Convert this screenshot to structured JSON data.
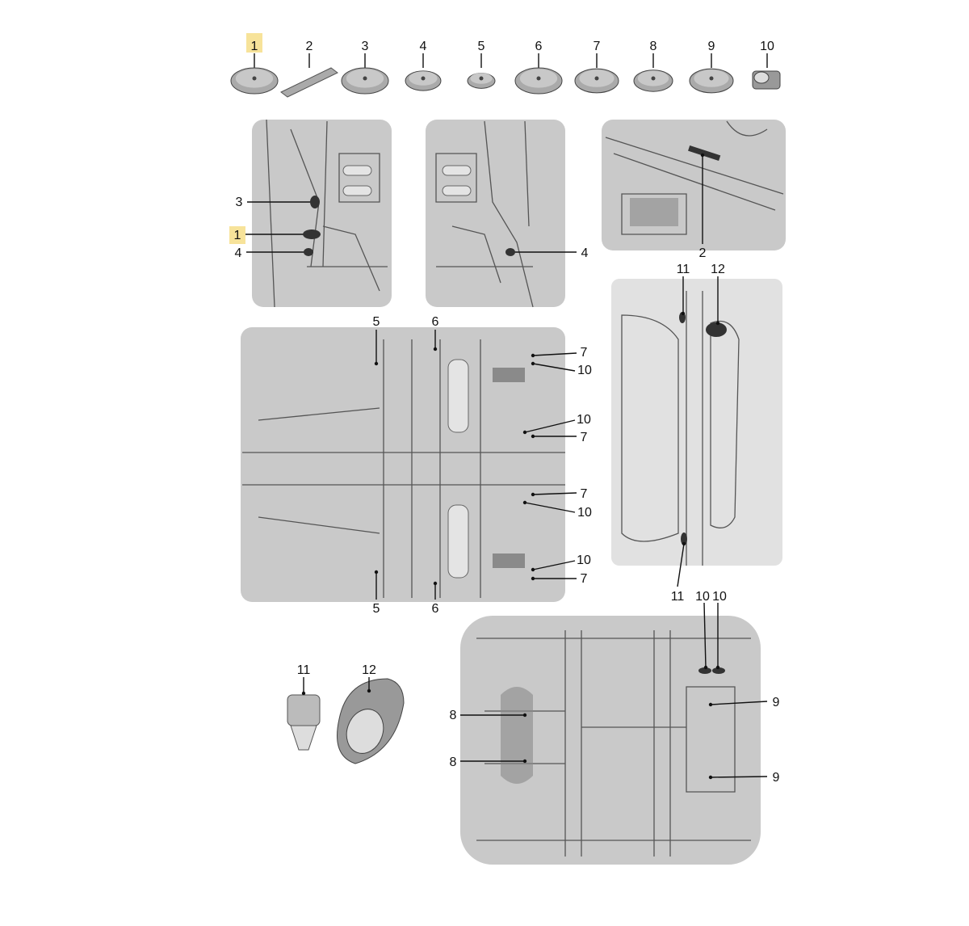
{
  "diagram": {
    "title_hidden": "",
    "highlight_color": "#f7e39a",
    "top_row_labels": [
      "1",
      "2",
      "3",
      "4",
      "5",
      "6",
      "7",
      "8",
      "9",
      "10"
    ],
    "callouts": {
      "panel_a": [
        "3",
        "1",
        "4"
      ],
      "panel_b": [
        "4"
      ],
      "panel_c": [
        "2"
      ],
      "panel_d": [
        "11",
        "12",
        "11",
        "10",
        "10"
      ],
      "panel_e": [
        "5",
        "6",
        "7",
        "10",
        "10",
        "7",
        "7",
        "10",
        "10",
        "7",
        "5",
        "6"
      ],
      "loose_parts": [
        "11",
        "12"
      ],
      "panel_f": [
        "8",
        "8",
        "9",
        "9"
      ]
    }
  }
}
